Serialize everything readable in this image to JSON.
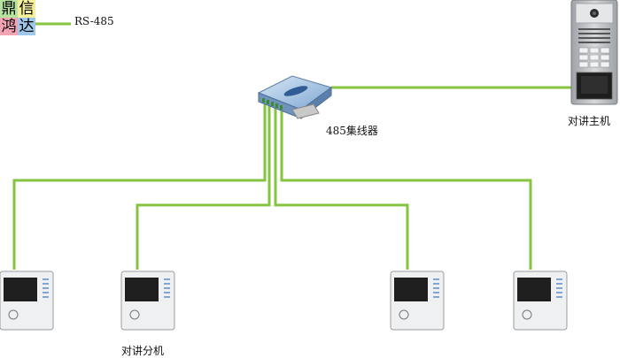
{
  "logo": {
    "chars": [
      "鼎",
      "信",
      "鸿",
      "达"
    ]
  },
  "labels": {
    "rs485": "RS-485",
    "hub": "485集线器",
    "host": "对讲主机",
    "sub": "对讲分机"
  },
  "colors": {
    "wire": "#86c440",
    "logo_tl": "#b6e3a0",
    "logo_tr": "#f5ef9a",
    "logo_bl": "#f2a3b4",
    "logo_br": "#9ec7ea",
    "hub_body": "#8fb2d8",
    "host_panel": "#b9bcc0"
  },
  "nodes": {
    "hub_icon": "rs485-hub-device-icon",
    "host_icon": "door-intercom-host-icon",
    "sub_icon": "indoor-monitor-icon",
    "sub_count": 4
  }
}
